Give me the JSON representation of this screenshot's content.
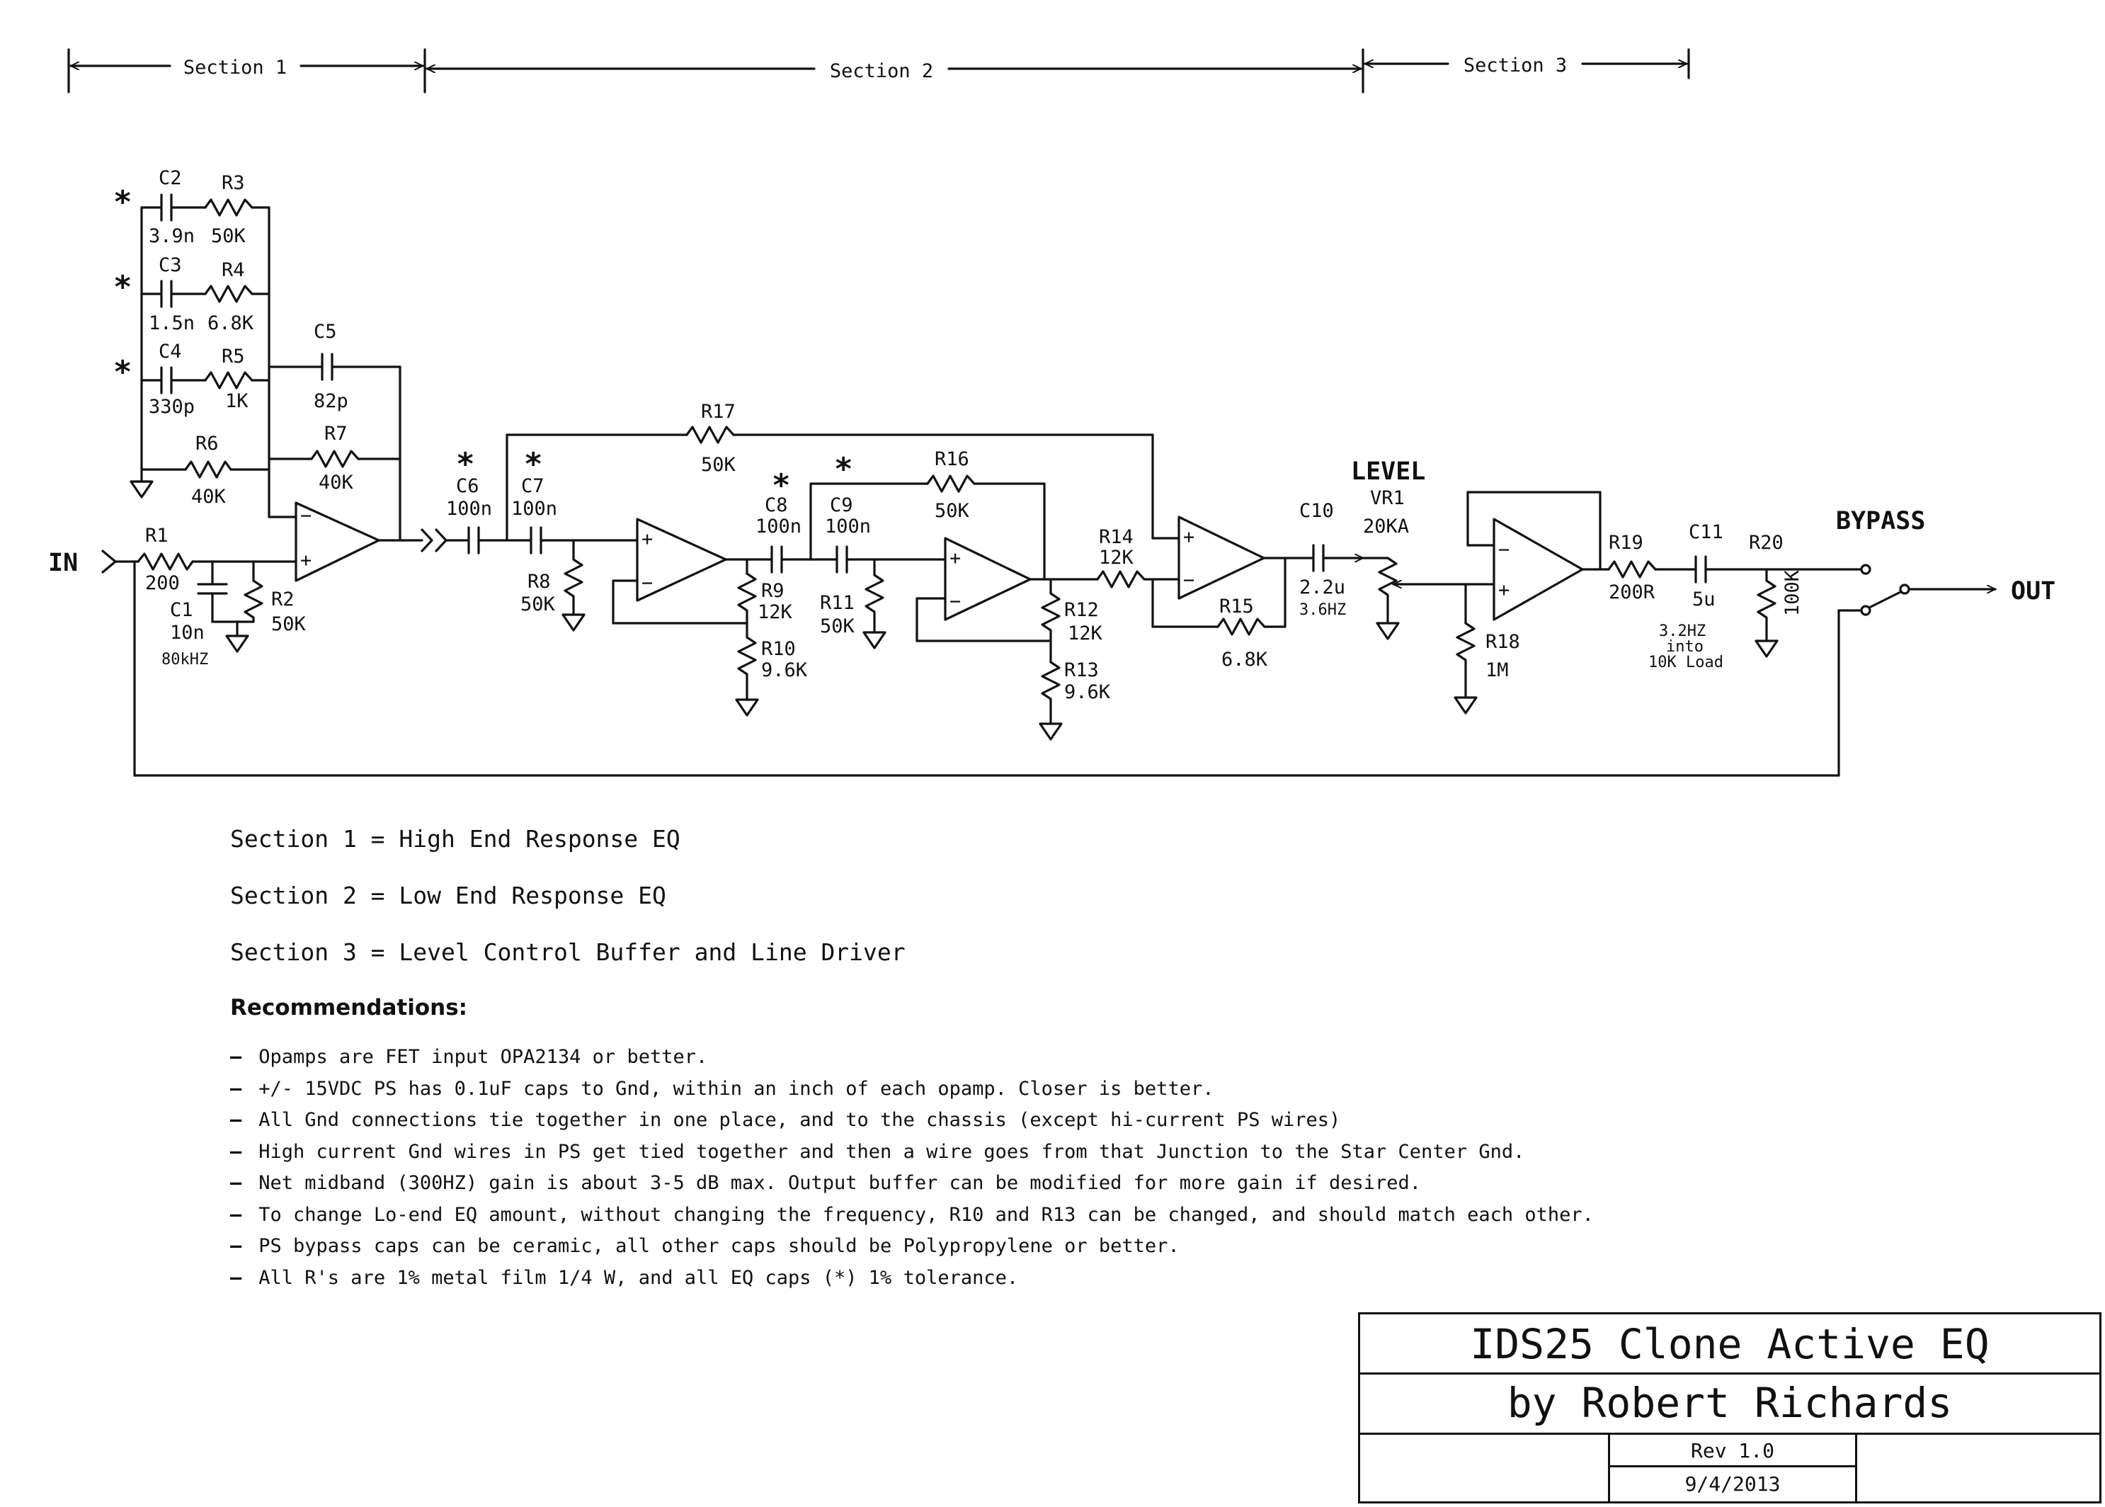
{
  "sections": {
    "s1_label": "Section 1",
    "s2_label": "Section 2",
    "s3_label": "Section 3"
  },
  "io": {
    "input": "IN",
    "output": "OUT",
    "bypass": "BYPASS",
    "level": "LEVEL"
  },
  "parts": {
    "C1": "C1",
    "C1_val": "10n",
    "C1_note": "80kHZ",
    "C2": "C2",
    "C2_val": "3.9n",
    "C3": "C3",
    "C3_val": "1.5n",
    "C4": "C4",
    "C4_val": "330p",
    "C5": "C5",
    "C5_val": "82p",
    "C6": "C6",
    "C6_val": "100n",
    "C7": "C7",
    "C7_val": "100n",
    "C8": "C8",
    "C8_val": "100n",
    "C9": "C9",
    "C9_val": "100n",
    "C10": "C10",
    "C10_val": "2.2u",
    "C10_note": "3.6HZ",
    "C11": "C11",
    "C11_val": "5u",
    "C11_note1": "3.2HZ",
    "C11_note2": "into",
    "C11_note3": "10K Load",
    "R1": "R1",
    "R1_val": "200",
    "R2": "R2",
    "R2_val": "50K",
    "R3": "R3",
    "R3_val": "50K",
    "R4": "R4",
    "R4_val": "6.8K",
    "R5": "R5",
    "R5_val": "1K",
    "R6": "R6",
    "R6_val": "40K",
    "R7": "R7",
    "R7_val": "40K",
    "R8": "R8",
    "R8_val": "50K",
    "R9": "R9",
    "R9_val": "12K",
    "R10": "R10",
    "R10_val": "9.6K",
    "R11": "R11",
    "R11_val": "50K",
    "R12": "R12",
    "R12_val": "12K",
    "R13": "R13",
    "R13_val": "9.6K",
    "R14": "R14",
    "R14_val": "12K",
    "R15": "R15",
    "R15_val": "6.8K",
    "R16": "R16",
    "R16_val": "50K",
    "R17": "R17",
    "R17_val": "50K",
    "R18": "R18",
    "R18_val": "1M",
    "R19": "R19",
    "R19_val": "200R",
    "R20": "R20",
    "R20_val": "100K",
    "VR1": "VR1",
    "VR1_val": "20KA"
  },
  "opamp_signs": {
    "plus": "+",
    "minus": "−"
  },
  "eq_mark": "*",
  "descriptions": [
    "Section 1 = High End Response EQ",
    "Section 2 = Low End Response EQ",
    "Section 3 = Level Control Buffer and Line Driver"
  ],
  "recommendations": {
    "title": "Recommendations:",
    "items": [
      "Opamps are FET input OPA2134 or better.",
      "+/- 15VDC PS has 0.1uF caps to Gnd, within an inch of each opamp. Closer is better.",
      "All Gnd connections tie together in one place, and to the chassis (except hi-current PS wires)",
      "High current Gnd wires in PS get tied together and then a wire goes from that Junction to the Star Center Gnd.",
      "Net midband (300HZ) gain is about 3-5 dB max. Output buffer can be modified for more gain if desired.",
      "To change Lo-end EQ amount, without changing the frequency, R10 and R13 can be changed, and should match each other.",
      "PS bypass caps can be ceramic, all other caps should be Polypropylene or better.",
      "All R's are 1% metal film 1/4 W, and all EQ caps (*)  1% tolerance."
    ]
  },
  "title_block": {
    "title": "IDS25 Clone Active EQ",
    "author": "by Robert Richards",
    "rev": "Rev 1.0",
    "date": "9/4/2013"
  }
}
